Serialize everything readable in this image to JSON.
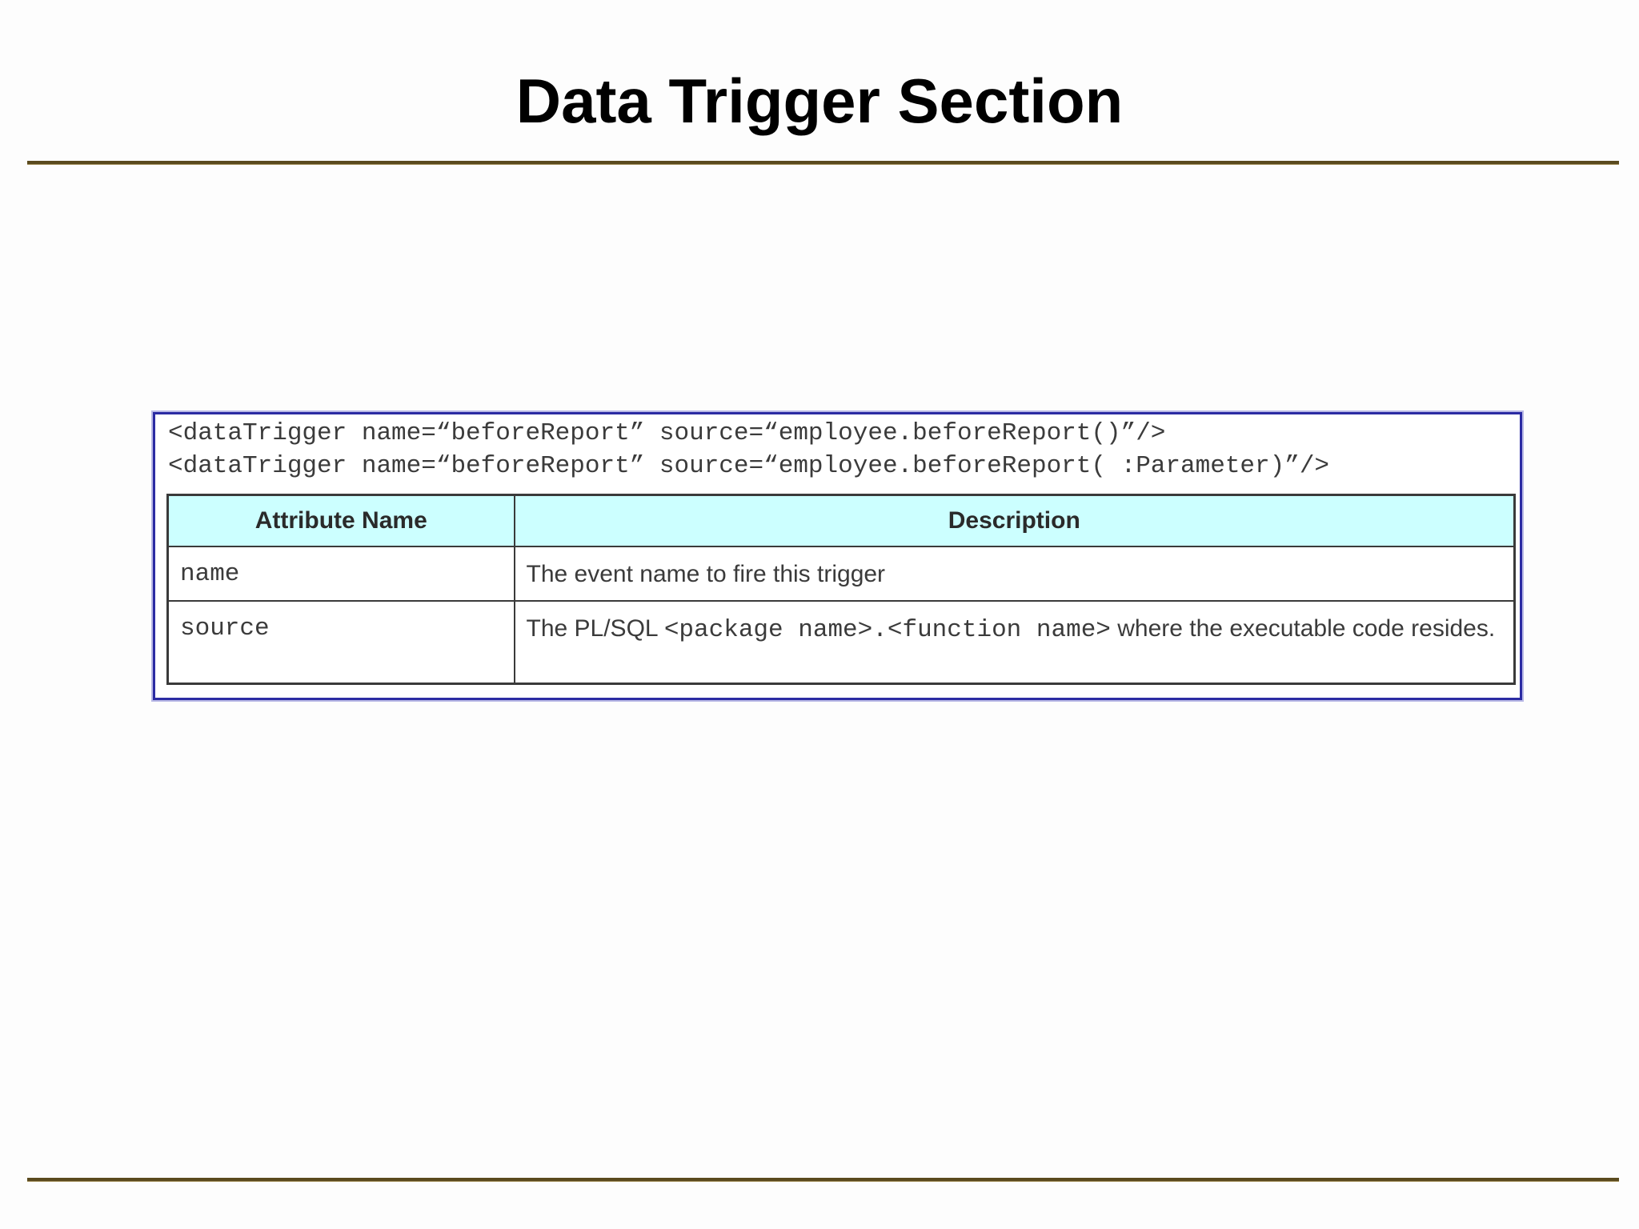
{
  "slide": {
    "title": "Data Trigger Section"
  },
  "code": {
    "line1": "<dataTrigger name=“beforeReport” source=“employee.beforeReport()”/>",
    "line2": "<dataTrigger name=“beforeReport” source=“employee.beforeReport( :Parameter)”/>"
  },
  "table": {
    "headers": [
      "Attribute Name",
      "Description"
    ],
    "rows": [
      {
        "attribute": "name",
        "description": "The event name to fire this trigger"
      },
      {
        "attribute": "source",
        "description_prefix": "The PL/SQL ",
        "description_code": "<package name>.<function name>",
        "description_suffix": " where the executable code resides."
      }
    ]
  },
  "colors": {
    "title": "#000000",
    "rule": "#5a4a1e",
    "figure_border": "#2b2ba3",
    "header_fill": "#ccffff",
    "text": "#3b3b3b"
  }
}
